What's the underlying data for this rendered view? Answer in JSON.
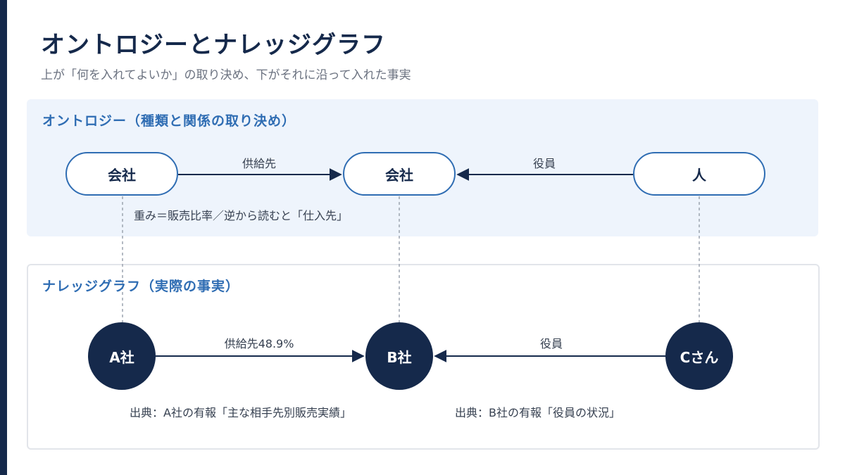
{
  "title": "オントロジーとナレッジグラフ",
  "subtitle": "上が「何を入れてよいか」の取り決め、下がそれに沿って入れた事実",
  "ontology": {
    "section_title": "オントロジー（種類と関係の取り決め）",
    "nodes": [
      "会社",
      "会社",
      "人"
    ],
    "edge_supplier": "供給先",
    "edge_officer": "役員",
    "weight_note": "重み＝販売比率／逆から読むと「仕入先」"
  },
  "knowledge_graph": {
    "section_title": "ナレッジグラフ（実際の事実）",
    "nodes": [
      "A社",
      "B社",
      "Cさん"
    ],
    "edge_supplier": "供給先48.9%",
    "edge_officer": "役員",
    "source_a": "出典：A社の有報「主な相手先別販売実績」",
    "source_b": "出典：B社の有報「役員の状況」"
  },
  "colors": {
    "navy": "#15294b",
    "accent_blue": "#2f6db3",
    "panel_bg": "#eef4fc",
    "dashed_line": "#9ca3af"
  }
}
